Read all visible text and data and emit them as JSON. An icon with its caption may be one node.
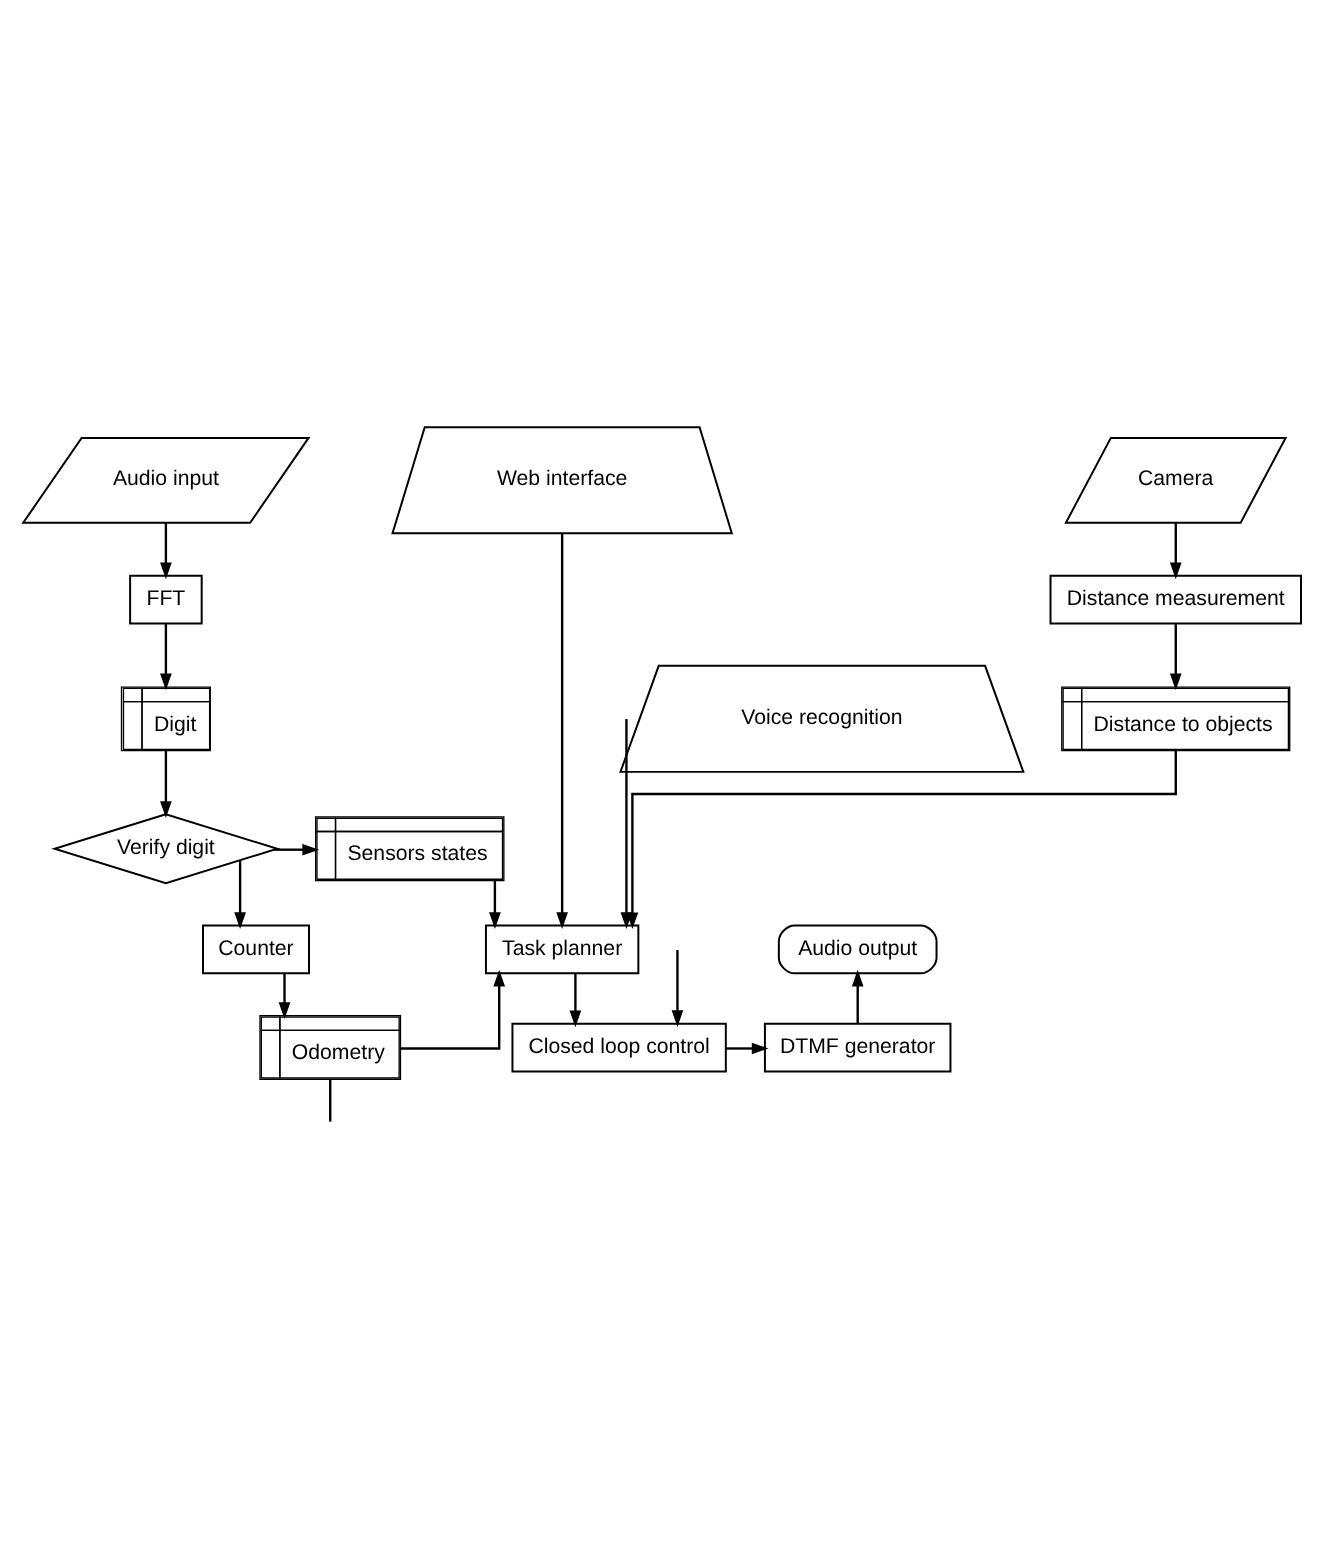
{
  "diagram": {
    "nodes": [
      {
        "text": [
          "Audio input"
        ]
      },
      {
        "text": [
          "Web interface"
        ]
      },
      {
        "text": [
          "Camera"
        ]
      },
      {
        "text": [
          "FFT"
        ]
      },
      {
        "text": [
          "Distance measurement"
        ]
      },
      {
        "text": [
          "Digit"
        ]
      },
      {
        "text": [
          "Voice recognition"
        ]
      },
      {
        "text": [
          "Distance to objects"
        ]
      },
      {
        "text": [
          "Verify digit"
        ]
      },
      {
        "text": [
          "Sensors states"
        ]
      },
      {
        "text": [
          "Task planner"
        ]
      },
      {
        "text": [
          "Counter"
        ]
      },
      {
        "text": [
          "Audio output"
        ]
      },
      {
        "text": [
          "Odometry"
        ]
      },
      {
        "text": [
          "Closed loop control"
        ]
      },
      {
        "text": [
          "DTMF generator"
        ]
      }
    ],
    "edges": [
      {
        "from": 0,
        "to": 3,
        "arrow": "to"
      },
      {
        "from": 3,
        "to": 5,
        "arrow": "to"
      },
      {
        "from": 5,
        "to": 8,
        "arrow": "to"
      },
      {
        "from": 8,
        "to": 9,
        "arrow": "to"
      },
      {
        "from": 8,
        "to": 11,
        "arrow": "to"
      },
      {
        "from": 11,
        "to": 13,
        "arrow": "to"
      },
      {
        "from": 13,
        "to": 10,
        "arrow": "to"
      },
      {
        "from": 9,
        "to": 10,
        "arrow": "to"
      },
      {
        "from": 6,
        "to": 10,
        "arrow": "to"
      },
      {
        "from": 1,
        "to": 10,
        "arrow": "to"
      },
      {
        "from": 7,
        "to": 10,
        "arrow": "to"
      },
      {
        "from": 10,
        "to": 14,
        "arrow": "to"
      },
      {
        "from": 14,
        "to": 15,
        "arrow": "to"
      },
      {
        "from": 15,
        "to": 12,
        "arrow": "to"
      },
      {
        "from": 2,
        "to": 4,
        "arrow": "to"
      },
      {
        "from": 4,
        "to": 7,
        "arrow": "to"
      },
      {
        "from": 13,
        "to": null,
        "arrow": "none"
      },
      {
        "from": null,
        "to": 14,
        "arrow": "to"
      }
    ]
  }
}
